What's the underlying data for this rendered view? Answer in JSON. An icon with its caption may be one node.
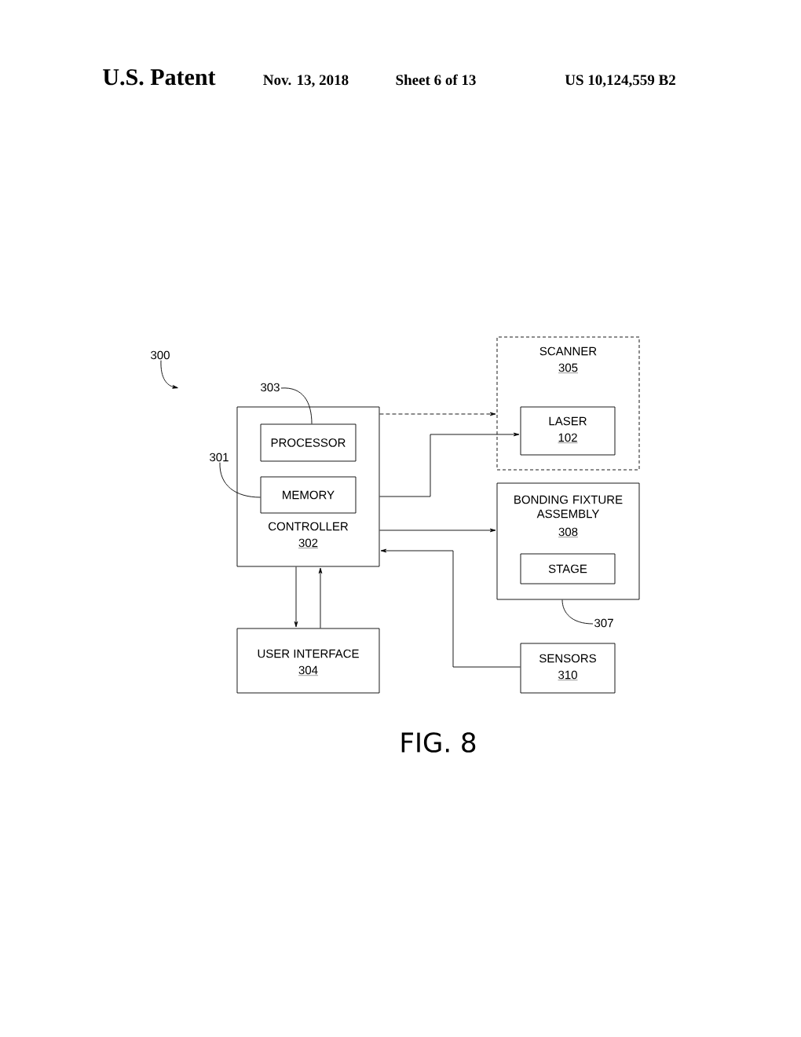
{
  "diagram": {
    "caption": "FIG. 8",
    "nodes": [
      {
        "text": [
          "300"
        ]
      },
      {
        "text": [
          "303"
        ]
      },
      {
        "text": [
          "SCANNER",
          "305"
        ]
      },
      {
        "text": [
          "LASER",
          "102"
        ],
        "in": 2
      },
      {
        "text": [
          "CONTROLLER",
          "302"
        ]
      },
      {
        "text": [
          "PROCESSOR"
        ],
        "in": 4
      },
      {
        "text": [
          "301"
        ]
      },
      {
        "text": [
          "MEMORY"
        ],
        "in": 4
      },
      {
        "text": [
          "BONDING FIXTURE ASSEMBLY",
          "308"
        ]
      },
      {
        "text": [
          "STAGE"
        ],
        "in": 8
      },
      {
        "text": [
          "307"
        ]
      },
      {
        "text": [
          "USER INTERFACE",
          "304"
        ]
      },
      {
        "text": [
          "SENSORS",
          "310"
        ]
      }
    ],
    "edges": [
      {
        "from": 0,
        "to": null,
        "arrow": "to"
      },
      {
        "from": 1,
        "to": 5,
        "arrow": "none"
      },
      {
        "from": 4,
        "to": 2,
        "arrow": "to",
        "style": "dashed"
      },
      {
        "from": 4,
        "to": 3,
        "arrow": "to"
      },
      {
        "from": 4,
        "to": 8,
        "arrow": "to"
      },
      {
        "from": 12,
        "to": 4,
        "arrow": "to"
      },
      {
        "from": 4,
        "to": 11,
        "arrow": "to"
      },
      {
        "from": 11,
        "to": 4,
        "arrow": "to"
      },
      {
        "from": 6,
        "to": 7,
        "arrow": "none"
      },
      {
        "from": 10,
        "to": 8,
        "arrow": "none"
      }
    ],
    "labels": [
      "U.S. Patent",
      "Nov. 13, 2018",
      "Sheet 6 of 13",
      "US 10,124,559 B2"
    ]
  }
}
